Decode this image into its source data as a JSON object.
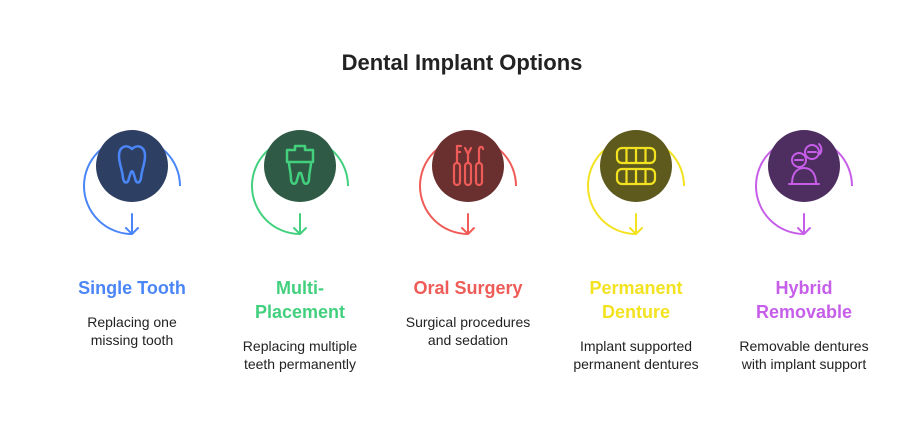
{
  "title": "Dental Implant Options",
  "items": [
    {
      "heading_lines": [
        "Single Tooth"
      ],
      "desc_lines": [
        "Replacing one",
        "missing tooth"
      ],
      "color": "#4a86f7",
      "inner_color": "#2d3f63",
      "icon": "tooth-icon"
    },
    {
      "heading_lines": [
        "Multi-",
        "Placement"
      ],
      "desc_lines": [
        "Replacing multiple",
        "teeth permanently"
      ],
      "color": "#42d07e",
      "inner_color": "#2f5a45",
      "icon": "crown-tooth-icon"
    },
    {
      "heading_lines": [
        "Oral Surgery"
      ],
      "desc_lines": [
        "Surgical procedures",
        "and sedation"
      ],
      "color": "#ef5b57",
      "inner_color": "#6a3030",
      "icon": "surgical-tools-icon"
    },
    {
      "heading_lines": [
        "Permanent",
        "Denture"
      ],
      "desc_lines": [
        "Implant supported",
        "permanent dentures"
      ],
      "color": "#f3e21f",
      "inner_color": "#5e5a1e",
      "icon": "denture-icon"
    },
    {
      "heading_lines": [
        "Hybrid",
        "Removable"
      ],
      "desc_lines": [
        "Removable dentures",
        "with implant support"
      ],
      "color": "#c65ee9",
      "inner_color": "#4e2e60",
      "icon": "removable-denture-icon"
    }
  ]
}
